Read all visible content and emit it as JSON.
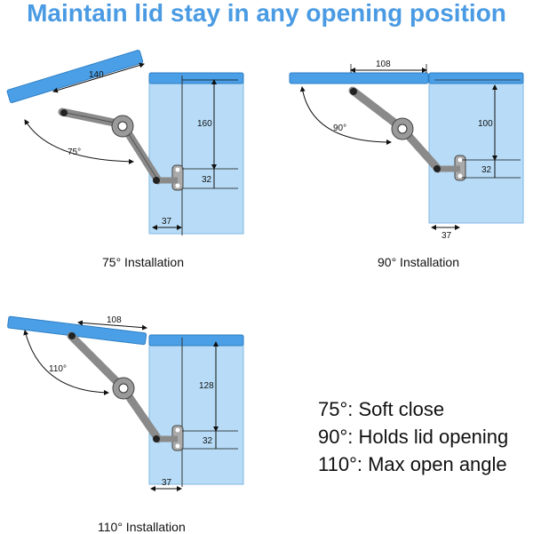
{
  "title": "Maintain lid stay in any opening position",
  "colors": {
    "lid": "#4a9fe6",
    "cabinet": "#b8dcf7",
    "cabinet_edge": "#7fb7e3",
    "arm": "#8a8a8a",
    "text": "#111111",
    "title": "#4a9be3"
  },
  "diagrams": {
    "d75": {
      "caption": "75° Installation",
      "angle_label": "75°",
      "lid_length": "140",
      "arm_height": "160",
      "bracket_height": "32",
      "offset": "37"
    },
    "d90": {
      "caption": "90° Installation",
      "angle_label": "90°",
      "lid_length": "108",
      "arm_height": "100",
      "bracket_height": "32",
      "offset": "37"
    },
    "d110": {
      "caption": "110° Installation",
      "angle_label": "110°",
      "lid_length": "108",
      "arm_height": "128",
      "bracket_height": "32",
      "offset": "37"
    }
  },
  "notes": [
    "75°: Soft close",
    "90°: Holds lid opening",
    "110°: Max open angle"
  ]
}
